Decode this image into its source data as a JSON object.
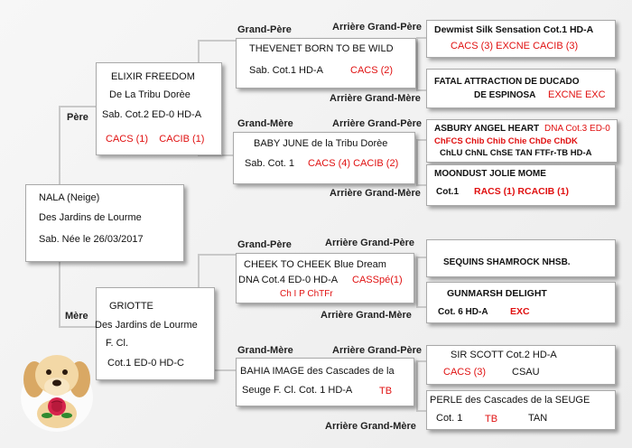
{
  "labels": {
    "pere": "Père",
    "mere": "Mère",
    "grand_pere": "Grand-Père",
    "grand_mere": "Grand-Mère",
    "arriere_grand_pere": "Arrière Grand-Père",
    "arriere_grand_mere": "Arrière Grand-Mère"
  },
  "subject": {
    "line1": "NALA (Neige)",
    "line2": "Des Jardins de Lourme",
    "line3": "Sab. Née le 26/03/2017"
  },
  "pere": {
    "line1": "ELIXIR FREEDOM",
    "line2": "De La Tribu Dorèe",
    "line3": "Sab. Cot.2 ED-0  HD-A",
    "titles": "CACS (1)    CACIB (1)"
  },
  "mere": {
    "line1": "GRIOTTE",
    "line2": "Des Jardins de Lourme",
    "line3": "F. Cl.",
    "line4": "Cot.1 ED-0  HD-C"
  },
  "gp1": {
    "line1": "THEVENET BORN TO BE WILD",
    "line2": "Sab. Cot.1  HD-A",
    "titles": "CACS (2)"
  },
  "gm1": {
    "line1": "BABY JUNE de la Tribu Dorèe",
    "line2": "Sab.  Cot. 1",
    "titles": "CACS (4) CACIB (2)"
  },
  "gp2": {
    "line1": "CHEEK  TO CHEEK Blue Dream",
    "line2": "DNA Cot.4 ED-0 HD-A",
    "titles": "CASSpé(1)",
    "titles2": "Ch I P ChTFr"
  },
  "gm2": {
    "line1": "BAHIA IMAGE des Cascades de la",
    "line2": "Seuge  F. Cl.  Cot. 1 HD-A",
    "titles": "TB"
  },
  "agp1": {
    "line1": "Dewmist Silk Sensation  Cot.1 HD-A",
    "titles": "CACS (3) EXCNE CACIB (3)"
  },
  "agm1": {
    "line1": "FATAL ATTRACTION DE DUCADO",
    "line2": "DE ESPINOSA",
    "titles": "EXCNE EXC"
  },
  "agp2": {
    "line1": "ASBURY ANGEL HEART",
    "titles1": "DNA Cot.3 ED-0",
    "titles2": "ChFCS Chib Chib Chie ChDe ChDK",
    "line3": "ChLU ChNL ChSE TAN FTFr-TB HD-A"
  },
  "agm2": {
    "line1": "MOONDUST JOLIE  MOME",
    "line2": "Cot.1",
    "titles": "RACS (1) RCACIB (1)"
  },
  "agp3": {
    "line1": "SEQUINS SHAMROCK NHSB."
  },
  "agm3": {
    "line1": "GUNMARSH  DELIGHT",
    "line2": "Cot. 6 HD-A",
    "titles": "EXC"
  },
  "agp4": {
    "line1": "SIR  SCOTT  Cot.2  HD-A",
    "titles": "CACS (3)",
    "line2": "CSAU"
  },
  "agm4": {
    "line1": "PERLE des Cascades de la SEUGE",
    "line2": "Cot. 1",
    "titles": "TB",
    "line3": "TAN"
  },
  "colors": {
    "accent": "#e01010",
    "line": "#c8c8c8"
  }
}
